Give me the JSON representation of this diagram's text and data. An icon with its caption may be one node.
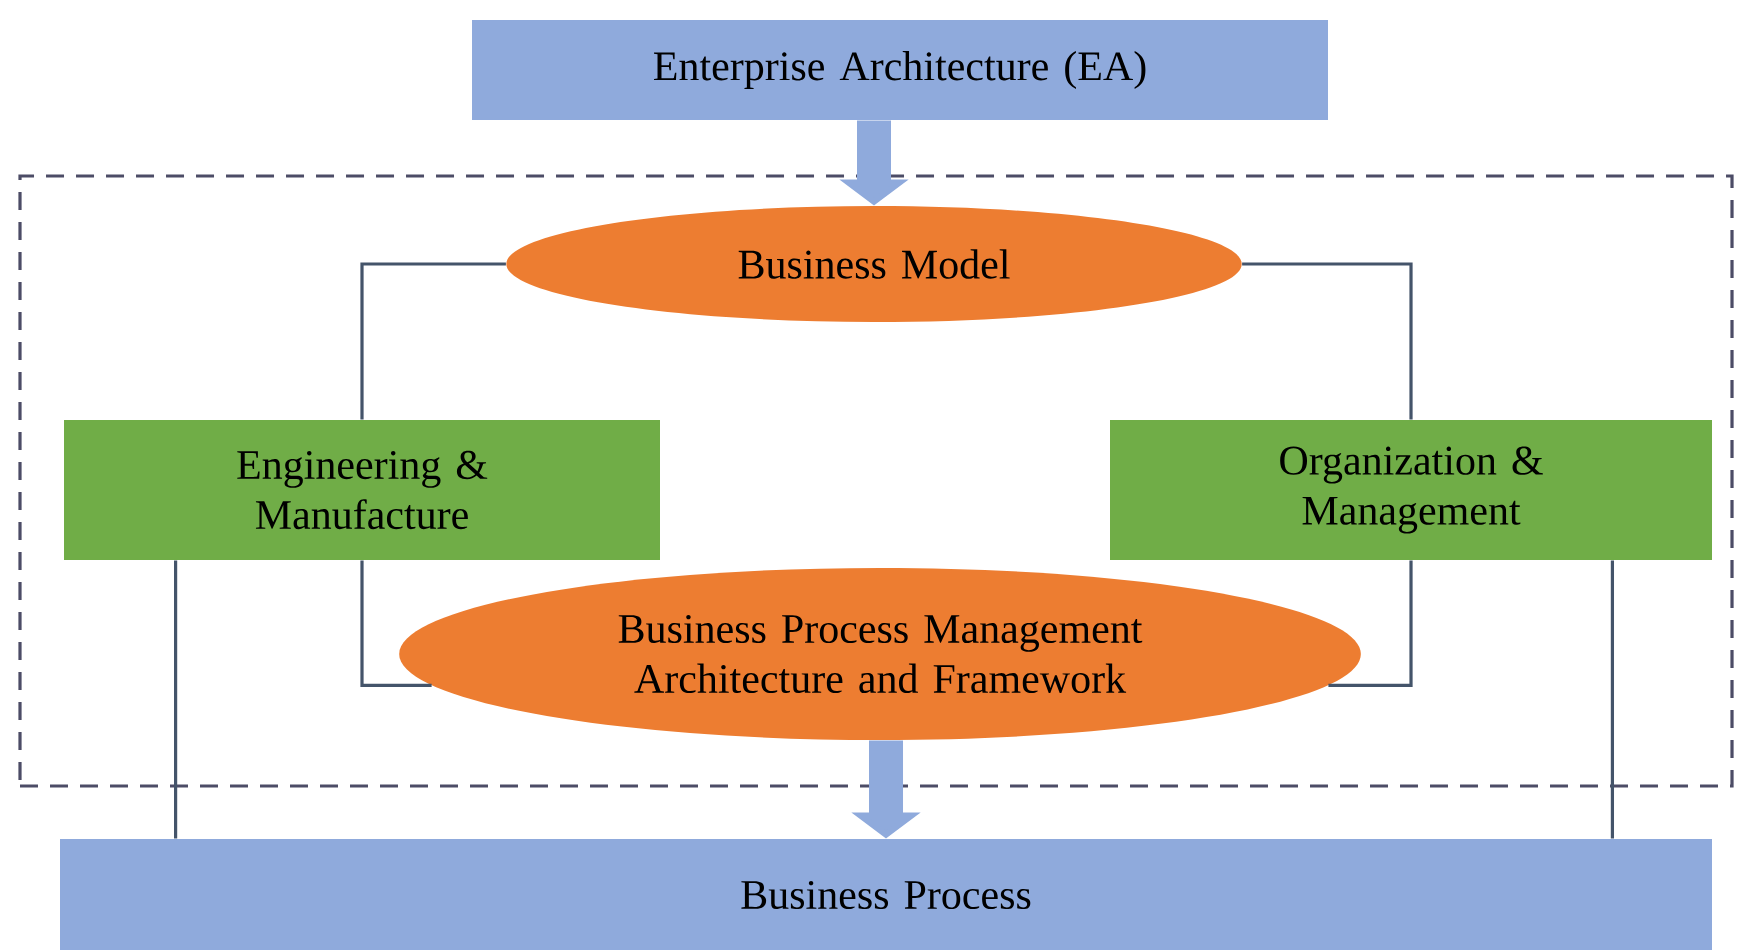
{
  "diagram": {
    "nodes": [
      {
        "text": [
          "Enterprise Architecture (EA)"
        ]
      },
      {
        "text": [],
        "shape": "box"
      },
      {
        "text": [
          "Business Model"
        ],
        "in": 1
      },
      {
        "text": [
          "Engineering & Manufacture"
        ],
        "in": 1
      },
      {
        "text": [
          "Organization & Management"
        ],
        "in": 1
      },
      {
        "text": [
          "Business Process Management Architecture and Framework"
        ],
        "in": 1
      },
      {
        "text": [
          "Business Process"
        ]
      }
    ],
    "edges": [
      {
        "from": 0,
        "to": 2,
        "arrow": "to",
        "style": "thick",
        "color": "#8faadc"
      },
      {
        "from": 2,
        "to": 3,
        "arrow": "none"
      },
      {
        "from": 2,
        "to": 4,
        "arrow": "none"
      },
      {
        "from": 3,
        "to": 5,
        "arrow": "none"
      },
      {
        "from": 4,
        "to": 5,
        "arrow": "none"
      },
      {
        "from": 3,
        "to": 6,
        "arrow": "none"
      },
      {
        "from": 4,
        "to": 6,
        "arrow": "none"
      },
      {
        "from": 5,
        "to": 6,
        "arrow": "to",
        "style": "thick",
        "color": "#8faadc"
      }
    ]
  }
}
